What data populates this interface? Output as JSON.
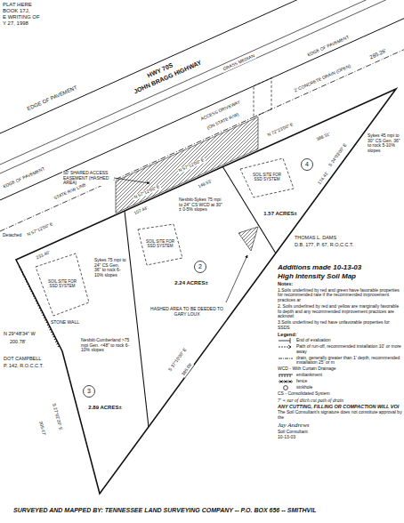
{
  "diagram": {
    "labels": [
      "PLAT HERE",
      "BOOK 17J,",
      "E WRITING OF",
      "Y 27, 1998",
      "EDGE OF PAVEMENT",
      "HWY 70S",
      "JOHN BRAGG HIGHWAY",
      "GRASS MEDIAN",
      "EDGE OF PAVEMENT",
      "EDGE OF PAVEMENT",
      "285.26'",
      "ACCESS DRIVEWAY",
      "(ON STATE R/W)",
      "2' CONCRETE DRAIN (OPEN)",
      "N 72°23'00\" E",
      "368.31'",
      "50' SHARED ACCESS EASEMENT (HASHED AREA)",
      "STATE R/W LINE",
      "N 57°12'00\" E",
      "149.53'",
      "N 57°12'00\" E",
      "107.44'",
      "N 57°12'00\" E",
      "233.40'",
      "Detached",
      "SOIL SITE FOR SSD SYSTEM",
      "Sykes 45 mpi to 30\" CS Gen. 36\" to rock 5-10% slopes",
      "4",
      "1.57 ACRES±",
      "Nesbitt-Sykes 75 mpi to 24\" CS WCD at 30\" ± 0-5% slopes",
      "SOIL SITE FOR SSD SYSTEM",
      "2",
      "2.24 ACRES±",
      "HASHED AREA TO BE DEEDED TO GARY LOUX",
      "S 37°10'00\" E",
      "386.09'",
      "S 24°03'00\" E",
      "174.41'",
      "SOIL SITE FOR SSD SYSTEM",
      "Sykes 75 mpi to 24\" CS Gen. 36\" to rock 6-10% slopes",
      "STONE WALL",
      "N 29°48'34\" W",
      "200.78'",
      "DOT CAMPBELL",
      "P. 142, R.O.C.C.T.",
      "Nesbitt-Cumberland >75 mpi Gen. <48\" to rock 6-10% slopes",
      "3",
      "2.89 ACRES±",
      "S 27°02'20\" E",
      "305.47'",
      "THOMAS L. DAMS",
      "D.B. 177, P. 67, R.O.C.C.T.",
      "Additions made 10-13-03",
      "High Intensity Soil Map",
      "Notes:",
      "1.Soils underlined by red and green have favorable properties for recommended rate if the recommended improvement practices ar",
      "2. Soils underlined by red and yellow are marginally favorable fo depth and any recommended improvement practices are acknowl",
      "3.Soils underlined by red have unfavorable properties for SSDS",
      "Legend:",
      "WCD - With Curtain Drainage",
      "CS - Consolidated System",
      "7' = ear of ditch cut path of drain",
      "ANY CUTTING, FILLING OR COMPACTION WILL VOI",
      "The Soil Consultant's signature does not constitute approval by the",
      "Jay Andrews",
      "Soil Consultant",
      "10-13-03",
      "SURVEYED AND MAPPED BY: TENNESSEE LAND SURVEYING COMPANY -- P.O. BOX 656 -- SMITHVIL"
    ],
    "legend": [
      {
        "text": "End of evaluation"
      },
      {
        "text": "Path of run-off, recommended installation 10' or more away"
      },
      {
        "text": "drain, generally greater than 1' depth, recommended installation 25' or m"
      },
      {
        "text": "embankment"
      },
      {
        "text": "fence"
      },
      {
        "text": "sinkhole"
      }
    ]
  }
}
